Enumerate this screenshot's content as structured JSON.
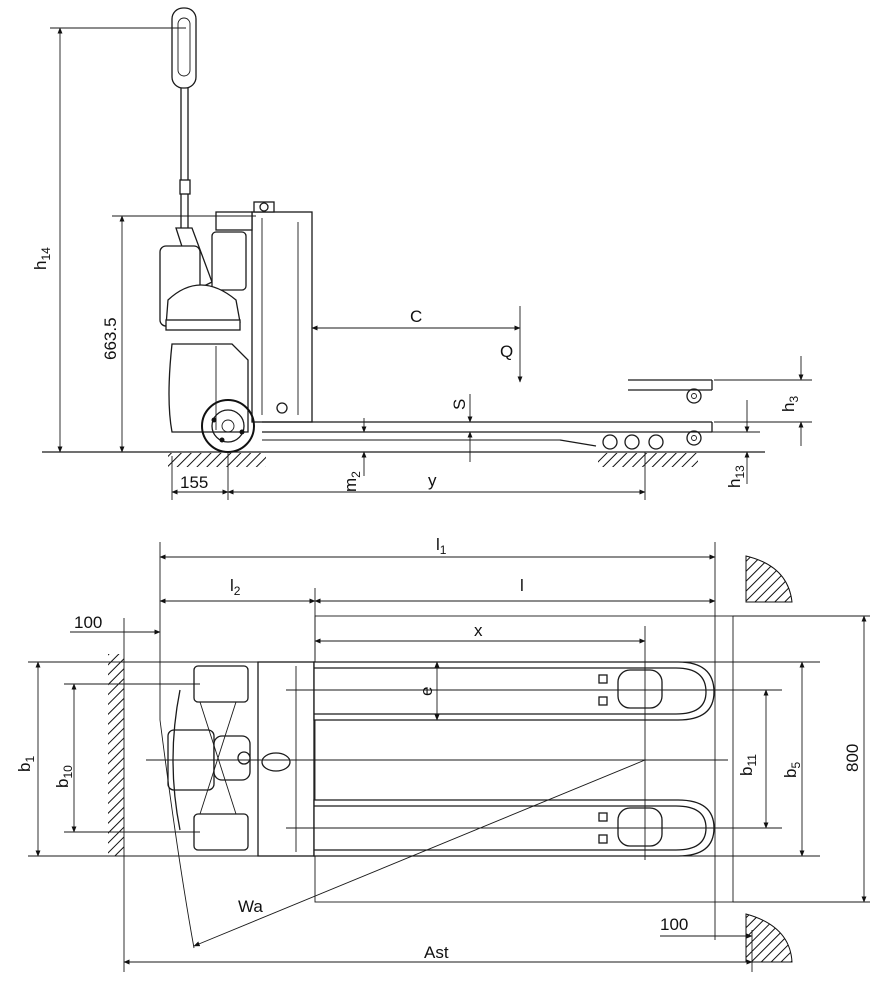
{
  "labels": {
    "h14_main": "h",
    "h14_sub": "14",
    "dim_663": "663.5",
    "C": "C",
    "Q": "Q",
    "S": "S",
    "h3_main": "h",
    "h3_sub": "3",
    "h13_main": "h",
    "h13_sub": "13",
    "dim_155": "155",
    "m2_main": "m",
    "m2_sub": "2",
    "y": "y",
    "l1_main": "l",
    "l1_sub": "1",
    "l2_main": "l",
    "l2_sub": "2",
    "l": "l",
    "dim_100_top": "100",
    "x": "x",
    "e": "e",
    "b1_main": "b",
    "b1_sub": "1",
    "b10_main": "b",
    "b10_sub": "10",
    "b11_main": "b",
    "b11_sub": "11",
    "b5_main": "b",
    "b5_sub": "5",
    "dim_800": "800",
    "Wa": "Wa",
    "dim_100_bottom": "100",
    "Ast": "Ast"
  }
}
